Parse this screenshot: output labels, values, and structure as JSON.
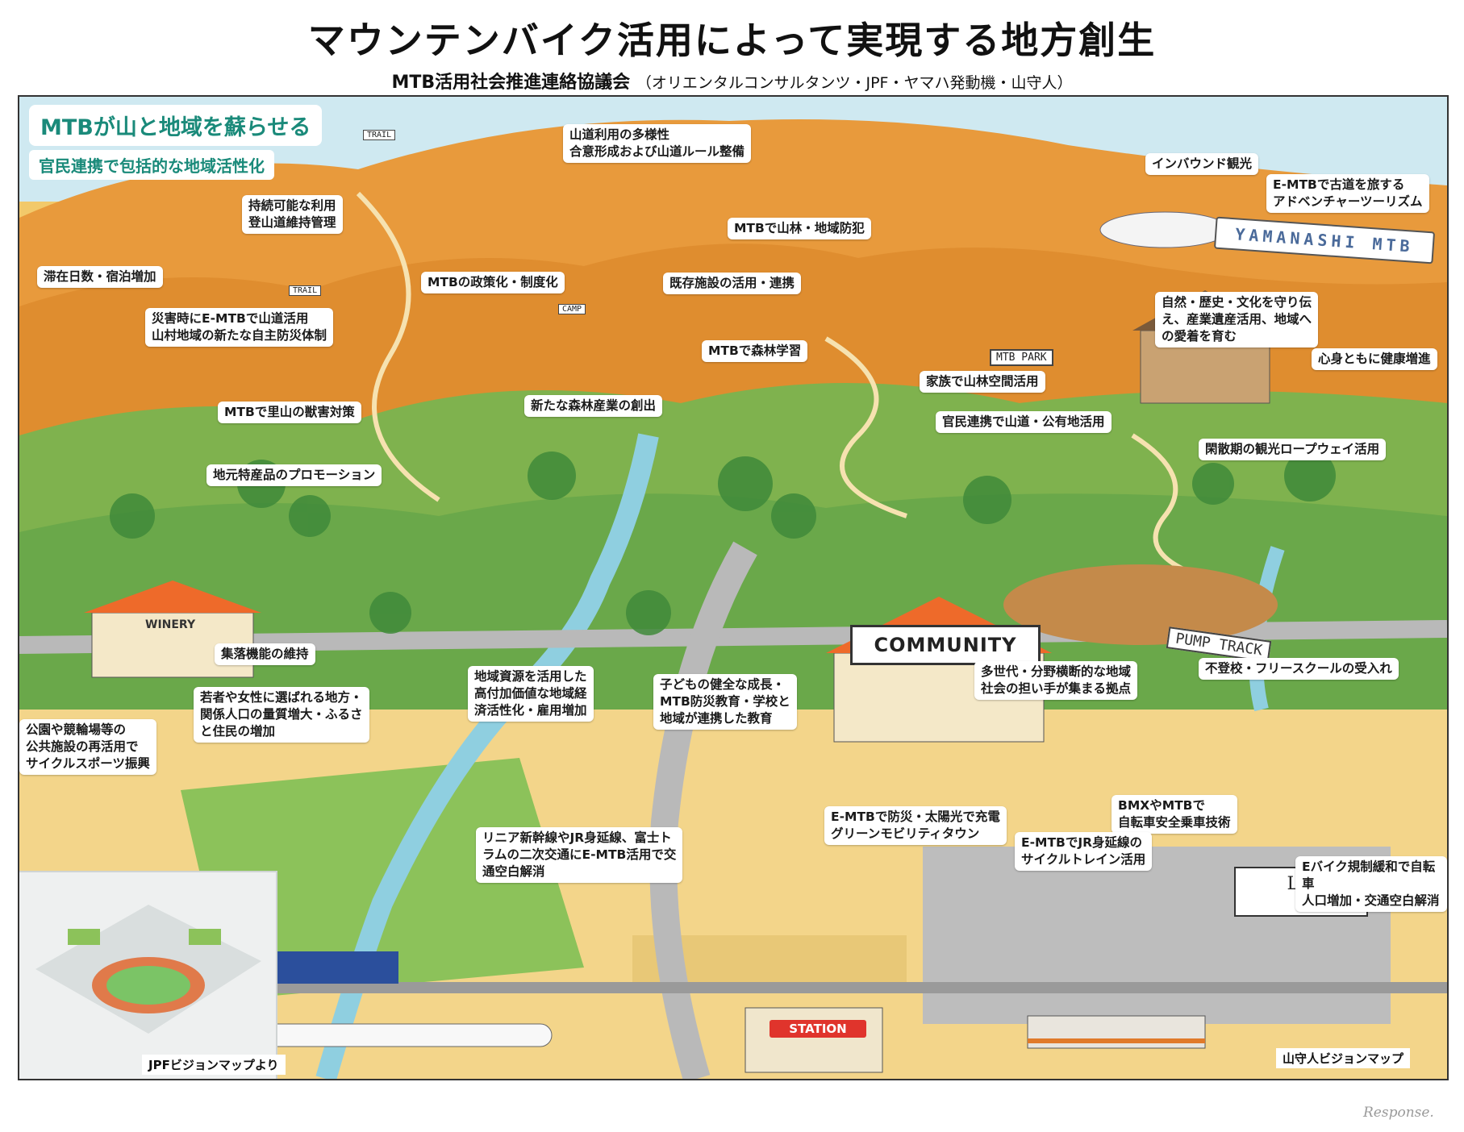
{
  "header": {
    "title": "マウンテンバイク活用によって実現する地方創生",
    "subtitle": "MTB活用社会推進連絡協議会",
    "subtitle_note": "（オリエンタルコンサルタンツ・JPF・ヤマハ発動機・山守人）"
  },
  "map": {
    "headline": "MTBが山と地域を蘇らせる",
    "headline_sub": "官民連携で包括的な地域活性化",
    "labels": [
      "山道利用の多様性\n合意形成および山道ルール整備",
      "インバウンド観光",
      "E-MTBで古道を旅する\nアドベンチャーツーリズム",
      "持続可能な利用\n登山道維持管理",
      "MTBで山林・地域防犯",
      "滞在日数・宿泊増加",
      "MTBの政策化・制度化",
      "既存施設の活用・連携",
      "災害時にE-MTBで山道活用\n山村地域の新たな自主防災体制",
      "自然・歴史・文化を守り伝\nえ、産業遺産活用、地域へ\nの愛着を育む",
      "MTBで森林学習",
      "心身ともに健康増進",
      "家族で山林空間活用",
      "MTBで里山の獣害対策",
      "新たな森林産業の創出",
      "官民連携で山道・公有地活用",
      "閑散期の観光ロープウェイ活用",
      "地元特産品のプロモーション",
      "集落機能の維持",
      "地域資源を活用した\n高付加価値な地域経\n済活性化・雇用増加",
      "子どもの健全な成長・\nMTB防災教育・学校と\n地域が連携した教育",
      "多世代・分野横断的な地域\n社会の担い手が集まる拠点",
      "不登校・フリースクールの受入れ",
      "若者や女性に選ばれる地方・\n関係人口の量質増大・ふるさ\nと住民の増加",
      "公園や競輪場等の\n公共施設の再活用で\nサイクルスポーツ振興",
      "E-MTBで防災・太陽光で充電\nグリーンモビリティタウン",
      "BMXやMTBで\n自転車安全乗車技術",
      "リニア新幹線やJR身延線、富士ト\nラムの二次交通にE-MTB活用で交\n通空白解消",
      "E-MTBでJR身延線の\nサイクルトレイン活用",
      "Eバイク規制緩和で自転車\n人口増加・交通空白解消"
    ],
    "signs": {
      "community": "COMMUNITY",
      "station": "STATION",
      "winery": "WINERY",
      "pump_track": "PUMP TRACK",
      "mtb_park": "MTB PARK",
      "banner": "YAMANASHI MTB",
      "lecture": "Lecture",
      "trail": "TRAIL",
      "camp": "CAMP"
    },
    "credits": {
      "left": "JPFビジョンマップより",
      "right": "山守人ビジョンマップ"
    }
  },
  "watermark": "Response.",
  "colors": {
    "headline": "#1a8a7a",
    "mountain_orange": "#e89a3c",
    "forest_green": "#6aa84a",
    "river": "#8fcfe0",
    "road": "#b9b9b9",
    "station_red": "#e0342c"
  }
}
